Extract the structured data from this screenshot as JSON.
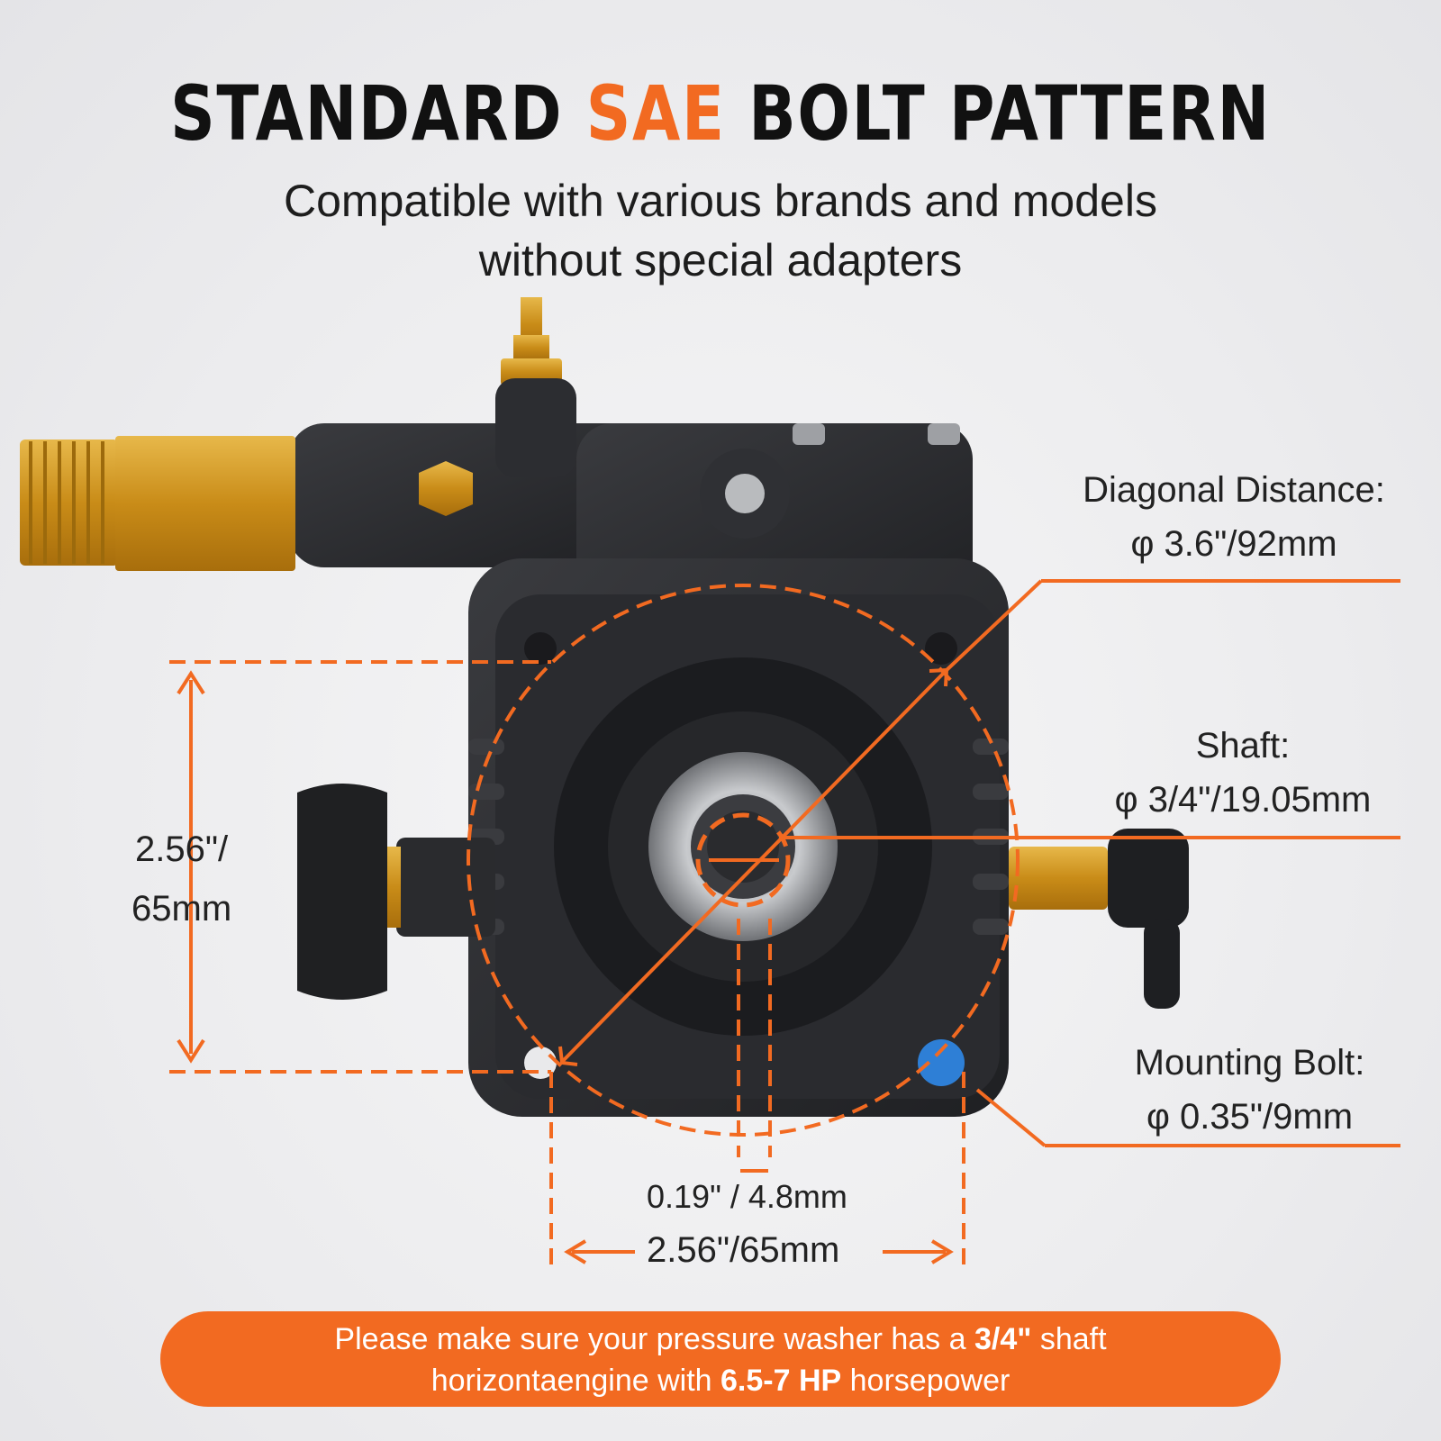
{
  "title": {
    "part1": "STANDARD ",
    "accent": "SAE",
    "part2": " BOLT PATTERN"
  },
  "subtitle": {
    "line1": "Compatible with various brands and models",
    "line2": "without special adapters"
  },
  "specs": {
    "diagonal": {
      "label": "Diagonal Distance:",
      "value": "φ 3.6\"/92mm"
    },
    "shaft": {
      "label": "Shaft:",
      "value": "φ 3/4\"/19.05mm"
    },
    "bolt": {
      "label": "Mounting Bolt:",
      "value": "φ 0.35\"/9mm"
    }
  },
  "dimensions": {
    "vertical_line1": "2.56\"/",
    "vertical_line2": "65mm",
    "keyway": "0.19\" / 4.8mm",
    "horizontal": "2.56\"/65mm"
  },
  "banner": {
    "t1": "Please make sure your pressure washer has a ",
    "b1": "3/4\"",
    "t2": " shaft",
    "t3": "horizontaengine with ",
    "b2": "6.5-7 HP",
    "t4": " horsepower"
  },
  "colors": {
    "accent": "#f26a21",
    "pump_body": "#2b2c2f",
    "brass": "#d4a02a"
  }
}
